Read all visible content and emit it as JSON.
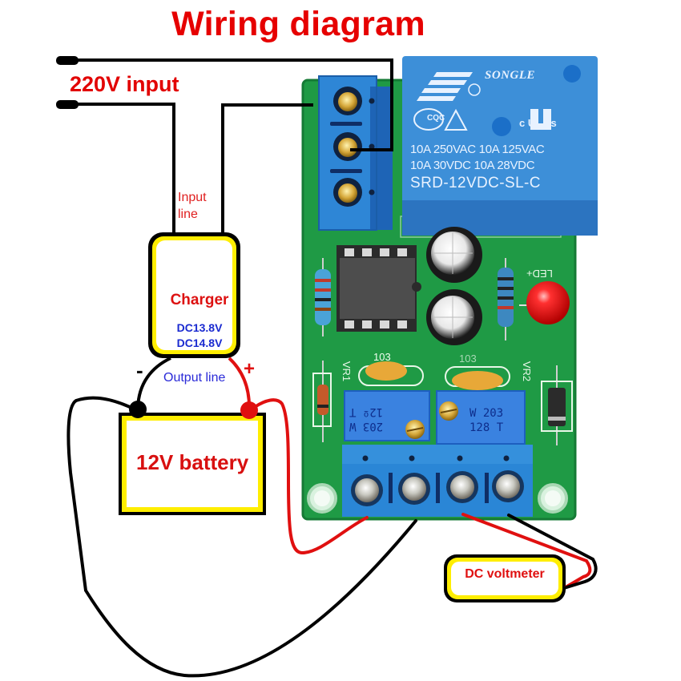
{
  "title": "Wiring diagram",
  "labels": {
    "ac_input": "220V input",
    "input_line": [
      "Input",
      "line"
    ],
    "charger": "Charger",
    "charger_voltages": [
      "DC13.8V",
      "DC14.8V"
    ],
    "output_line": "Output line",
    "negative_sign": "-",
    "positive_sign": "+",
    "battery": "12V battery",
    "voltmeter": "DC voltmeter"
  },
  "relay": {
    "brand": "SONGLE",
    "ratings": [
      "10A 250VAC 10A 125VAC",
      "10A   30VDC 10A   28VDC"
    ],
    "model": "SRD-12VDC-SL-C",
    "certs": [
      "CQC",
      "c UL us"
    ]
  },
  "board": {
    "silkscreen": {
      "led": "LED+",
      "vr1": "VR1",
      "vr2": "VR2",
      "cap_code": "103"
    },
    "potentiometers": [
      {
        "name": "VR1",
        "lines": [
          "12º  T",
          "203  W"
        ]
      },
      {
        "name": "VR2",
        "lines": [
          "W  203",
          "128  T"
        ]
      }
    ],
    "input_terminal_screws": 3,
    "output_terminal_screws": 4
  },
  "colors": {
    "title_red": "#e60000",
    "wire_black": "#000000",
    "wire_red": "#e01010",
    "box_yellow": "#ffef00",
    "pcb_green": "#1f9a45",
    "relay_blue": "#3d8fd8",
    "terminal_blue": "#2a86d6",
    "text_blue": "#1a2ad0"
  }
}
